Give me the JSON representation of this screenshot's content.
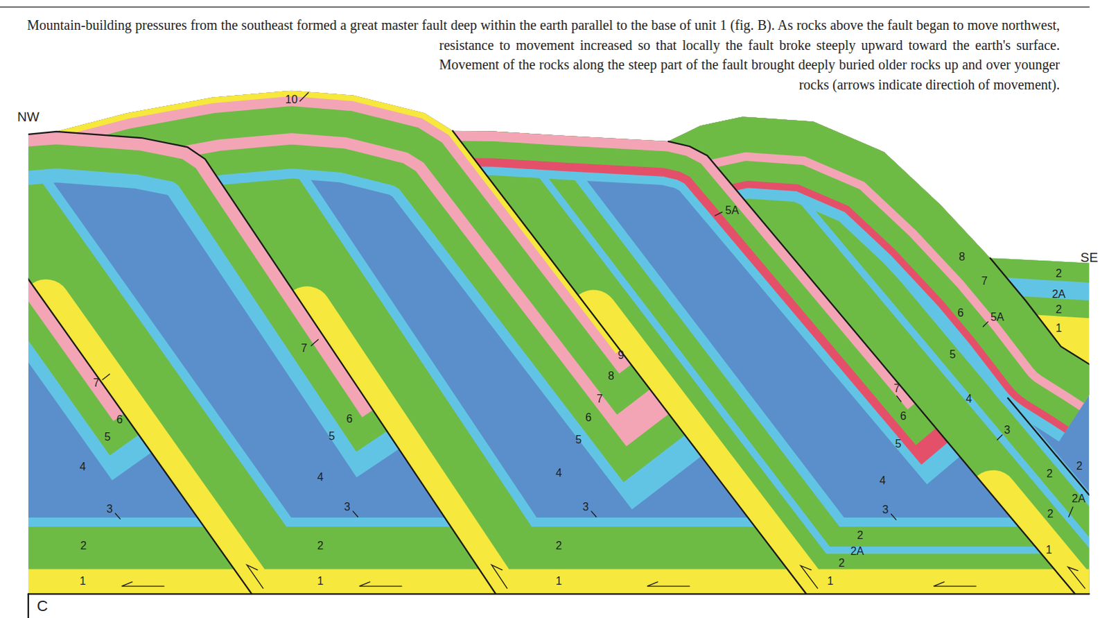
{
  "diagram": {
    "caption": "Mountain-building pressures from the southeast formed a great master fault deep within the earth parallel to the base of unit 1 (fig. B). As rocks above the fault began to move northwest, resistance to movement increased so that locally the fault broke steeply upward toward the earth's surface. Movement of the rocks along the steep part of the fault brought deeply buried older rocks up and over younger rocks (arrows indicate directioh of movement).",
    "labels": [
      "NW",
      "10",
      "5A",
      "SE",
      "8",
      "2",
      "7",
      "2A",
      "2",
      "6",
      "5A",
      "1",
      "7",
      "9",
      "5",
      "8",
      "7",
      "7",
      "7",
      "4",
      "6",
      "6",
      "6",
      "6",
      "3",
      "5",
      "5",
      "5",
      "5",
      "2",
      "4",
      "2",
      "4",
      "4",
      "4",
      "2A",
      "3",
      "3",
      "3",
      "3",
      "2",
      "2",
      "2",
      "2",
      "2",
      "1",
      "2A",
      "2",
      "1",
      "1",
      "1",
      "1",
      "C"
    ]
  }
}
